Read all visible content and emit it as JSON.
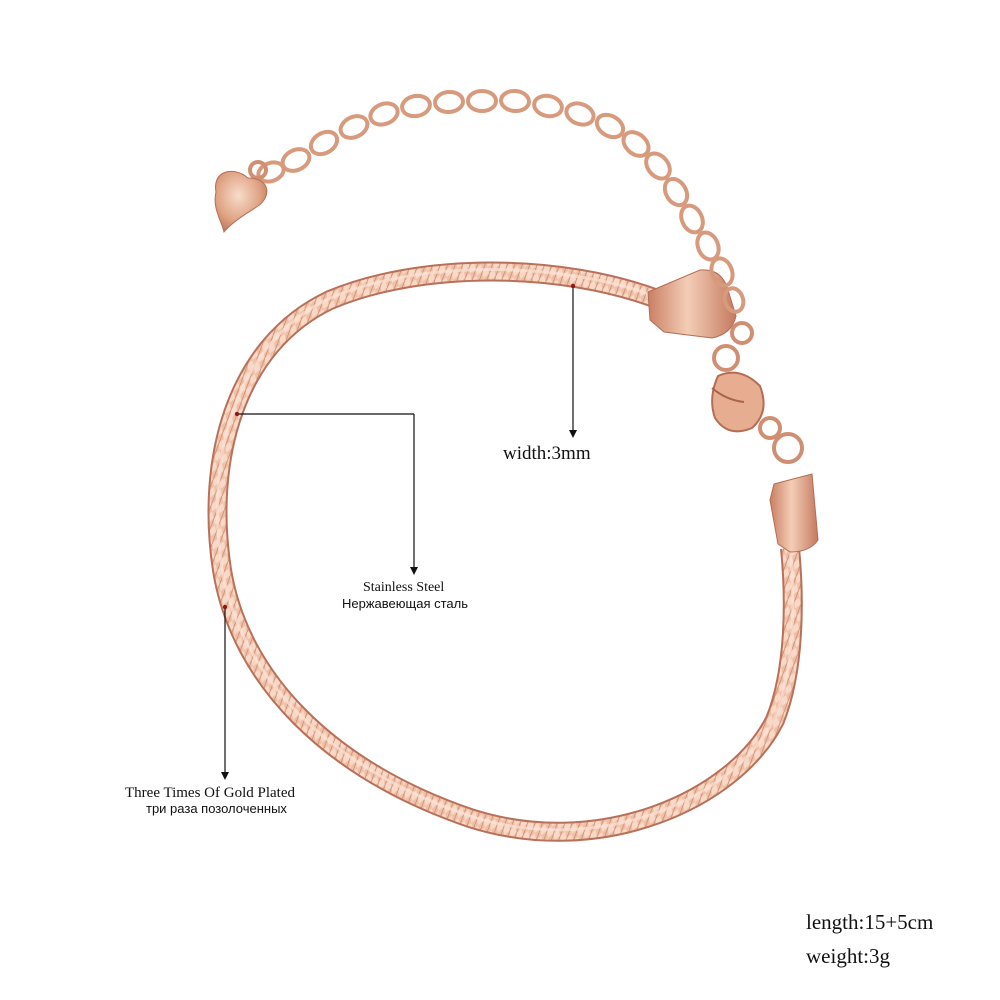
{
  "product": {
    "type": "snake / herringbone chain bracelet with heart extender",
    "material_color": "rose gold",
    "colors": {
      "rose_gold_light": "#f3c7b0",
      "rose_gold_mid": "#e3a485",
      "rose_gold_dark": "#b9705a",
      "annotation_line": "#111111",
      "anchor_dot": "#8b1a1a",
      "background": "#ffffff"
    }
  },
  "annotations": {
    "width": {
      "label": "width:3mm"
    },
    "material": {
      "label_en": "Stainless Steel",
      "label_ru": "Нержавеющая сталь"
    },
    "plating": {
      "label_en": "Three Times Of Gold Plated",
      "label_ru": "три раза позолоченных"
    }
  },
  "specs": {
    "length": "length:15+5cm",
    "weight": "weight:3g"
  }
}
